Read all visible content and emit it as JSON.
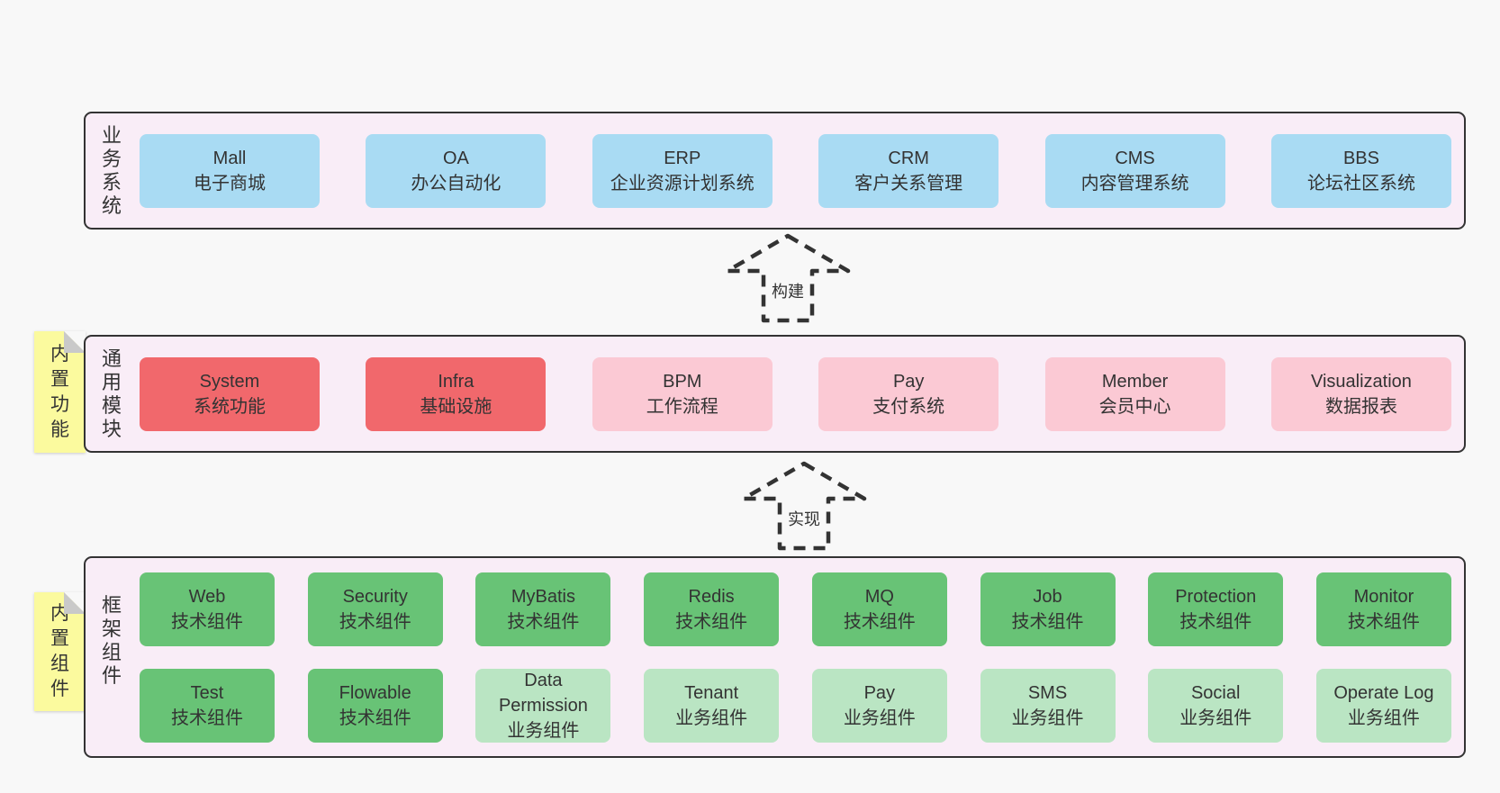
{
  "colors": {
    "page_bg": "#f8f8f8",
    "panel_bg": "#f9edf7",
    "panel_border": "#333333",
    "text": "#333333",
    "arrow": "#333333",
    "sticky_bg": "#fbfa9e",
    "sticky_fold": "#c9c9c9",
    "box_blue": "#a9dbf3",
    "box_red": "#f1686c",
    "box_pink": "#fbc9d4",
    "box_green": "#68c376",
    "box_green_light": "#bae5c3"
  },
  "arrows": [
    {
      "label": "构建"
    },
    {
      "label": "实现"
    }
  ],
  "sections": [
    {
      "id": "business",
      "label": "业务系统",
      "sticky": null,
      "rows": [
        [
          {
            "name": "Mall",
            "sub": "电子商城",
            "variant": "blue"
          },
          {
            "name": "OA",
            "sub": "办公自动化",
            "variant": "blue"
          },
          {
            "name": "ERP",
            "sub": "企业资源计划系统",
            "variant": "blue"
          },
          {
            "name": "CRM",
            "sub": "客户关系管理",
            "variant": "blue"
          },
          {
            "name": "CMS",
            "sub": "内容管理系统",
            "variant": "blue"
          },
          {
            "name": "BBS",
            "sub": "论坛社区系统",
            "variant": "blue"
          }
        ]
      ]
    },
    {
      "id": "modules",
      "label": "通用模块",
      "sticky": "内置功能",
      "rows": [
        [
          {
            "name": "System",
            "sub": "系统功能",
            "variant": "red"
          },
          {
            "name": "Infra",
            "sub": "基础设施",
            "variant": "red"
          },
          {
            "name": "BPM",
            "sub": "工作流程",
            "variant": "pink"
          },
          {
            "name": "Pay",
            "sub": "支付系统",
            "variant": "pink"
          },
          {
            "name": "Member",
            "sub": "会员中心",
            "variant": "pink"
          },
          {
            "name": "Visualization",
            "sub": "数据报表",
            "variant": "pink"
          }
        ]
      ]
    },
    {
      "id": "components",
      "label": "框架组件",
      "sticky": "内置组件",
      "rows": [
        [
          {
            "name": "Web",
            "sub": "技术组件",
            "variant": "green"
          },
          {
            "name": "Security",
            "sub": "技术组件",
            "variant": "green"
          },
          {
            "name": "MyBatis",
            "sub": "技术组件",
            "variant": "green"
          },
          {
            "name": "Redis",
            "sub": "技术组件",
            "variant": "green"
          },
          {
            "name": "MQ",
            "sub": "技术组件",
            "variant": "green"
          },
          {
            "name": "Job",
            "sub": "技术组件",
            "variant": "green"
          },
          {
            "name": "Protection",
            "sub": "技术组件",
            "variant": "green"
          },
          {
            "name": "Monitor",
            "sub": "技术组件",
            "variant": "green"
          }
        ],
        [
          {
            "name": "Test",
            "sub": "技术组件",
            "variant": "green"
          },
          {
            "name": "Flowable",
            "sub": "技术组件",
            "variant": "green"
          },
          {
            "name": "Data Permission",
            "sub": "业务组件",
            "variant": "green_light"
          },
          {
            "name": "Tenant",
            "sub": "业务组件",
            "variant": "green_light"
          },
          {
            "name": "Pay",
            "sub": "业务组件",
            "variant": "green_light"
          },
          {
            "name": "SMS",
            "sub": "业务组件",
            "variant": "green_light"
          },
          {
            "name": "Social",
            "sub": "业务组件",
            "variant": "green_light"
          },
          {
            "name": "Operate Log",
            "sub": "业务组件",
            "variant": "green_light"
          }
        ]
      ]
    }
  ]
}
